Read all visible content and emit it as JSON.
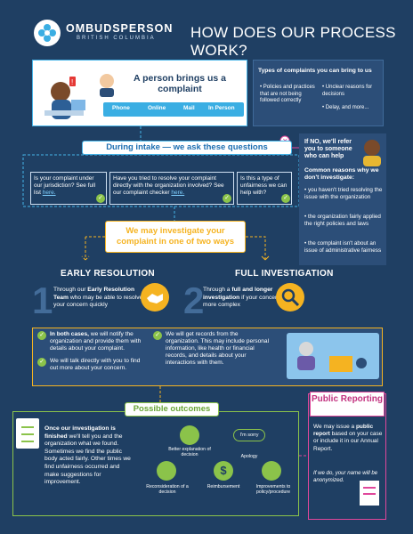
{
  "header": {
    "org_name": "OMBUDSPERSON",
    "org_sub": "BRITISH COLUMBIA",
    "title": "HOW DOES OUR PROCESS WORK?"
  },
  "intro": {
    "brings": "A person brings us a complaint",
    "channels": [
      "Phone",
      "Online",
      "Mail",
      "In Person"
    ]
  },
  "types": {
    "title": "Types of complaints you can bring to us",
    "col1": [
      "Policies and practices that are not being followed correctly"
    ],
    "col2": [
      "Unclear reasons for decisions",
      "Delay, and more..."
    ]
  },
  "intake": {
    "title": "During intake — we ask these questions",
    "q1": "Is your complaint under our jurisdiction? See full list ",
    "q1_link": "here.",
    "q2": "Have you tried to resolve your complaint directly with the organization involved? See our complaint checker ",
    "q2_link": "here.",
    "q3": "Is this a type of unfairness we can help with?"
  },
  "refer": {
    "title": "If NO, we'll refer you to someone who can help",
    "reasons_title": "Common reasons why we don't investigate:",
    "reasons": [
      "you haven't tried resolving the issue with the organization",
      "the organization fairly applied the right policies and laws",
      "the complaint isn't about an issue of administrative fairness"
    ]
  },
  "investigate": {
    "title": "We may investigate your complaint in one of two ways"
  },
  "early": {
    "heading": "EARLY RESOLUTION",
    "num": "1",
    "text_a": "Through our ",
    "text_b": "Early Resolution Team",
    "text_c": " who may be able to resolve your concern quickly"
  },
  "full": {
    "heading": "FULL INVESTIGATION",
    "num": "2",
    "text_a": "Through a ",
    "text_b": "full and longer investigation",
    "text_c": " if your concern is more complex"
  },
  "details": {
    "a_bold": "In both cases,",
    "a_text": " we will notify the organization and provide them with details about your complaint.",
    "b_text": "We will talk directly with you to find out more about your concern.",
    "c_text": "We will get records from the organization. This may include personal information, like health or financial records, and details about your interactions with them."
  },
  "outcomes": {
    "title": "Possible outcomes",
    "text_bold": "Once our investigation is finished",
    "text_rest": " we'll tell you and the organization what we found. Sometimes we find the public body acted fairly. Other times we find unfairness occurred and make suggestions for improvement.",
    "items": [
      "Better explanation of decision",
      "Apology",
      "Reconsideration of a decision",
      "Reimbursement",
      "Improvements to policy/procedure"
    ],
    "apology_bubble": "I'm sorry"
  },
  "public": {
    "title": "Public Reporting",
    "text_a": "We may issue a ",
    "text_b": "public report",
    "text_c": " based on your case or include it in our Annual Report.",
    "italic": "If we do, your name will be anonymized."
  },
  "colors": {
    "background": "#1f3f63",
    "blue_accent": "#46b4e8",
    "orange_accent": "#f5b321",
    "green_accent": "#8bc34a",
    "pink_accent": "#e0479b"
  }
}
